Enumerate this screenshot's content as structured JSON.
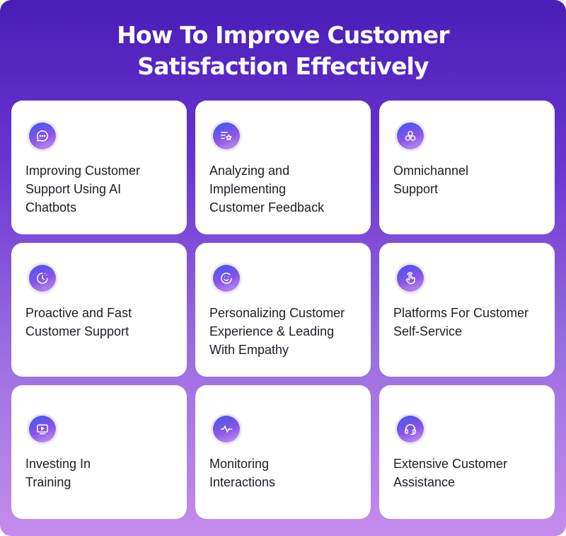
{
  "title": "How To Improve Customer\nSatisfaction Effectively",
  "colors": {
    "gradient_top": "#4a1db8",
    "gradient_bottom": "#c48cec",
    "icon_gradient_start": "#3c56f0",
    "icon_gradient_end": "#c59af2"
  },
  "cards": [
    {
      "label": "Improving Customer\nSupport Using AI\nChatbots",
      "icon": "chat-bubble-icon"
    },
    {
      "label": "Analyzing and\nImplementing\nCustomer Feedback",
      "icon": "list-star-icon"
    },
    {
      "label": "Omnichannel\nSupport",
      "icon": "three-circles-icon"
    },
    {
      "label": "Proactive and Fast\nCustomer Support",
      "icon": "clock-fast-icon"
    },
    {
      "label": "Personalizing Customer\nExperience & Leading\nWith Empathy",
      "icon": "smile-face-icon"
    },
    {
      "label": "Platforms For Customer\nSelf-Service",
      "icon": "hand-pointer-icon"
    },
    {
      "label": "Investing In\nTraining",
      "icon": "video-play-icon"
    },
    {
      "label": "Monitoring\nInteractions",
      "icon": "pulse-icon"
    },
    {
      "label": "Extensive Customer\nAssistance",
      "icon": "headset-icon"
    }
  ]
}
